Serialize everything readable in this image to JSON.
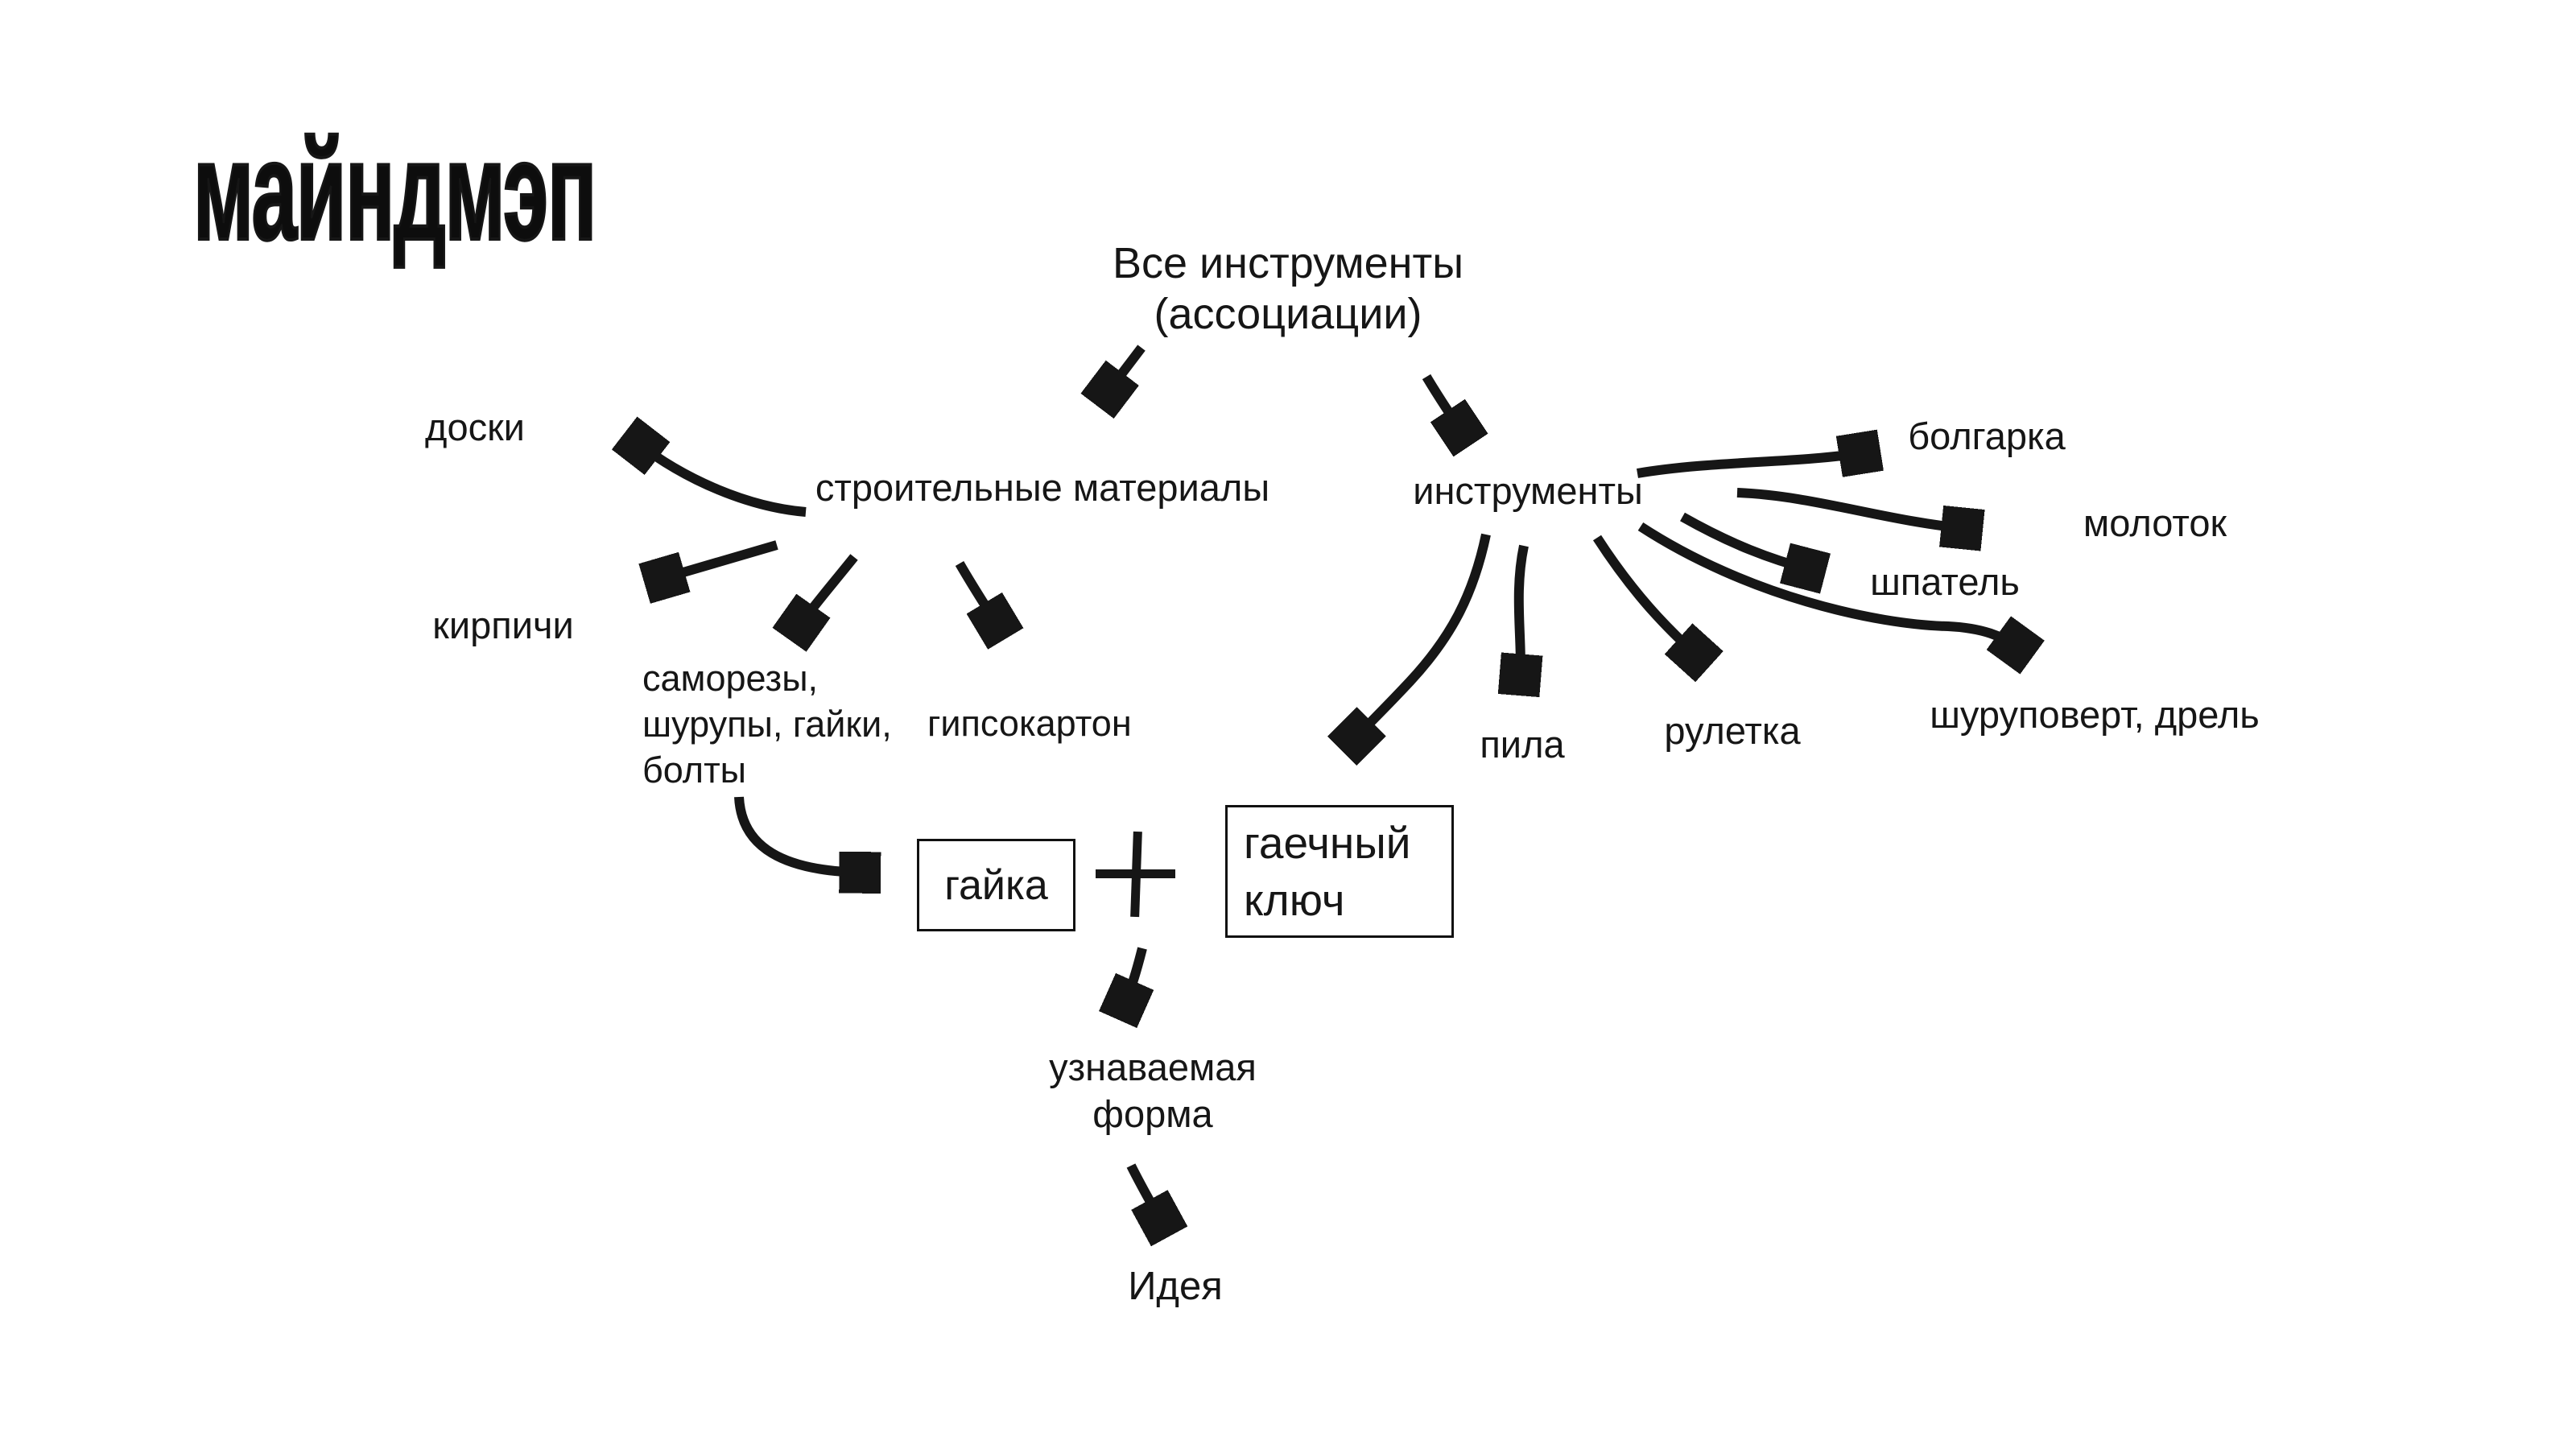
{
  "colors": {
    "ink": "#161616",
    "background": "#ffffff"
  },
  "title": "майндмэп",
  "root": {
    "line1": "Все инструменты",
    "line2": "(ассоциации)"
  },
  "materials_branch": {
    "label": "строительные материалы",
    "boards": "доски",
    "bricks": "кирпичи",
    "fasteners_line1": "саморезы,",
    "fasteners_line2": "шурупы, гайки,",
    "fasteners_line3": "болты",
    "drywall": "гипсокартон"
  },
  "tools_branch": {
    "label": "инструменты",
    "grinder": "болгарка",
    "hammer": "молоток",
    "spatula": "шпатель",
    "screwdriver_drill": "шуруповерт, дрель",
    "tape_measure": "рулетка",
    "saw": "пила"
  },
  "association": {
    "nut_box": "гайка",
    "operator": "+",
    "wrench_box_line1": "гаечный",
    "wrench_box_line2": "ключ"
  },
  "outcome": {
    "form_line1": "узнаваемая",
    "form_line2": "форма",
    "idea": "Идея"
  }
}
